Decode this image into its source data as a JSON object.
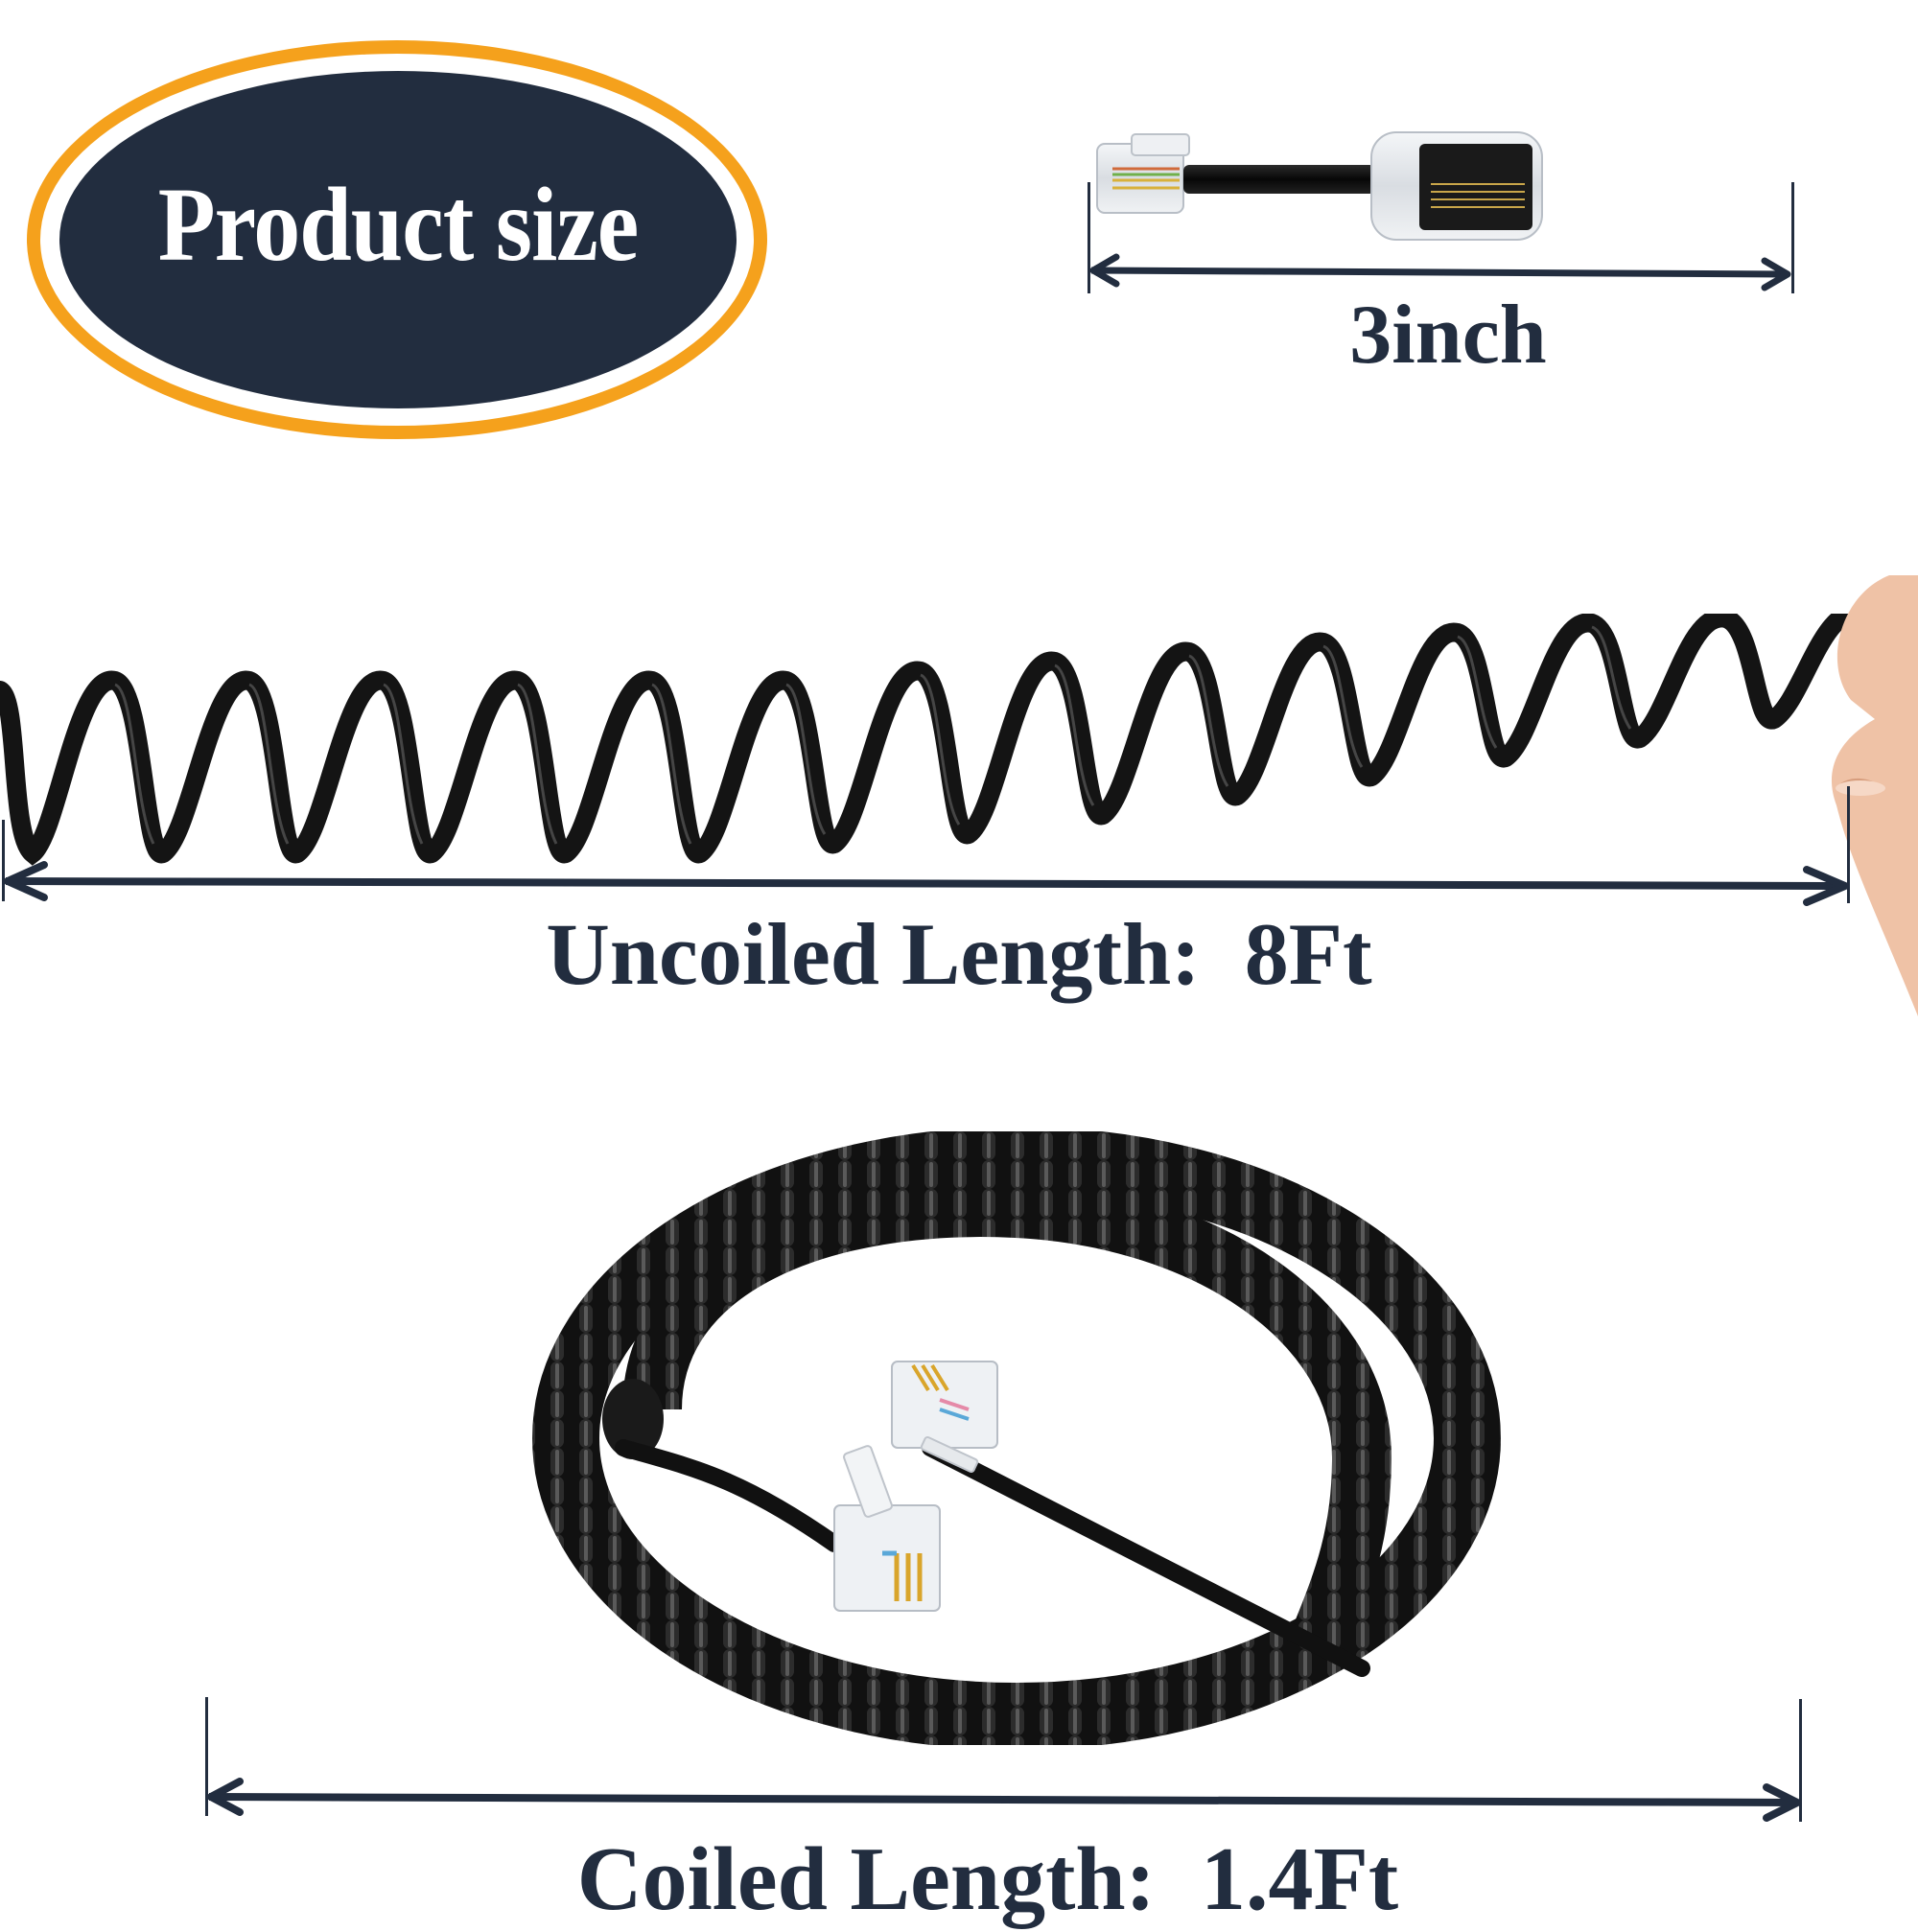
{
  "badge": {
    "title": "Product size",
    "fill_color": "#222d3f",
    "ring_color": "#f5a11c",
    "text_color": "#ffffff"
  },
  "adapter": {
    "dimension_label": "3inch",
    "description": "short coiled-cord adapter with RJ9/RJ22 plug and clear inline jack"
  },
  "uncoiled": {
    "dimension_label": "Uncoiled Length:  8Ft",
    "description": "stretched black coiled cord held by fingers"
  },
  "coiled": {
    "dimension_label": "Coiled Length:  1.4Ft",
    "description": "black coiled telephone handset cord with two clear modular plugs"
  },
  "colors": {
    "navy": "#222d3f",
    "orange": "#f5a11c",
    "cable": "#141414",
    "background": "#ffffff"
  }
}
